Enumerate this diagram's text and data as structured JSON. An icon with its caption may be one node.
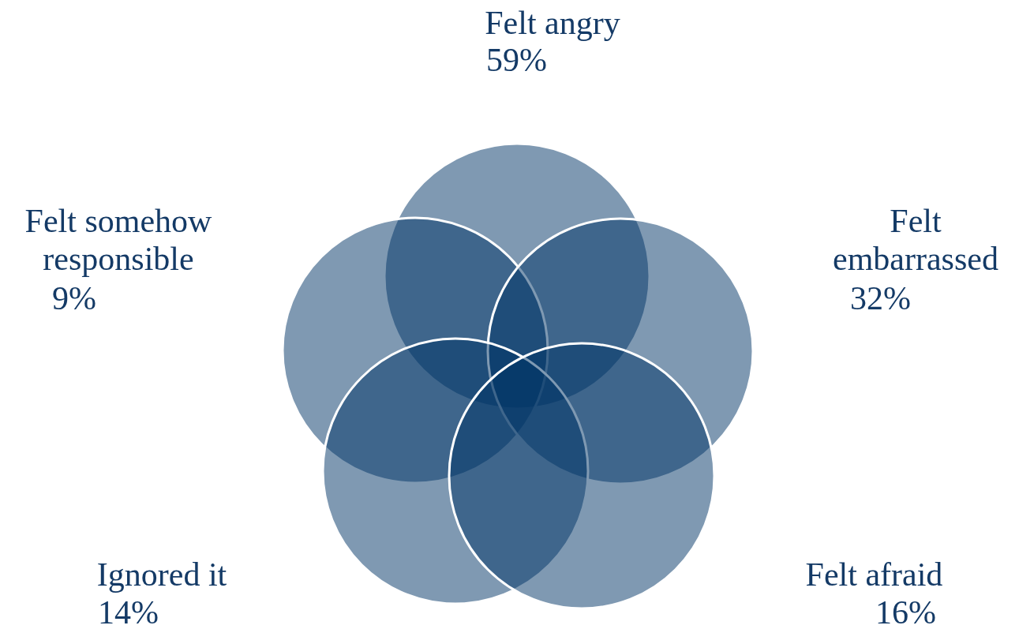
{
  "diagram": {
    "nodes": [
      {
        "text": [],
        "shape": "circle",
        "beside": [
          "Felt angry",
          "59%"
        ]
      },
      {
        "text": [],
        "shape": "circle",
        "beside": [
          "Felt somehow responsible",
          "9%"
        ]
      },
      {
        "text": [],
        "shape": "circle",
        "beside": [
          "Felt embarrassed",
          "32%"
        ]
      },
      {
        "text": [],
        "shape": "circle",
        "beside": [
          "Ignored it",
          "14%"
        ]
      },
      {
        "text": [],
        "shape": "circle",
        "beside": [
          "Felt afraid",
          "16%"
        ]
      }
    ]
  }
}
